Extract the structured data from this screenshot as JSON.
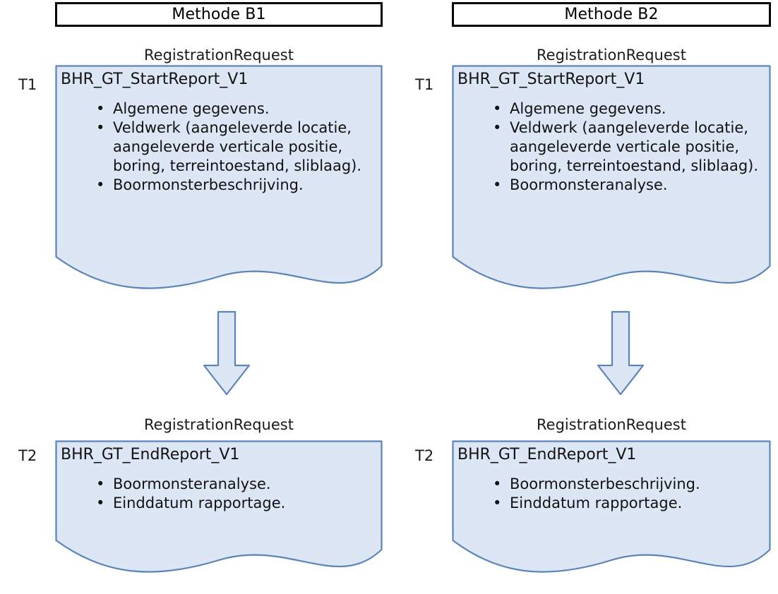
{
  "colors": {
    "doc_fill": "#dce6f5",
    "doc_stroke": "#5b84b9",
    "arrow_fill": "#dce6f5",
    "arrow_stroke": "#5b84b9",
    "header_border": "#000000",
    "text": "#121212"
  },
  "columns": [
    {
      "header": "Methode B1",
      "steps": [
        {
          "time_label": "T1",
          "caption": "RegistrationRequest",
          "title": "BHR_GT_StartReport_V1",
          "bullets": [
            "Algemene gegevens.",
            "Veldwerk (aangeleverde locatie, aangeleverde verticale positie, boring, terreintoestand, sliblaag).",
            "Boormonsterbeschrijving."
          ]
        },
        {
          "time_label": "T2",
          "caption": "RegistrationRequest",
          "title": "BHR_GT_EndReport_V1",
          "bullets": [
            "Boormonsteranalyse.",
            "Einddatum rapportage."
          ]
        }
      ]
    },
    {
      "header": "Methode B2",
      "steps": [
        {
          "time_label": "T1",
          "caption": "RegistrationRequest",
          "title": "BHR_GT_StartReport_V1",
          "bullets": [
            "Algemene gegevens.",
            "Veldwerk (aangeleverde locatie, aangeleverde verticale positie, boring, terreintoestand, sliblaag).",
            "Boormonsteranalyse."
          ]
        },
        {
          "time_label": "T2",
          "caption": "RegistrationRequest",
          "title": "BHR_GT_EndReport_V1",
          "bullets": [
            "Boormonsterbeschrijving.",
            "Einddatum rapportage."
          ]
        }
      ]
    }
  ],
  "arrows": [
    {
      "direction": "down",
      "name": "flow-arrow-b1"
    },
    {
      "direction": "down",
      "name": "flow-arrow-b2"
    }
  ]
}
